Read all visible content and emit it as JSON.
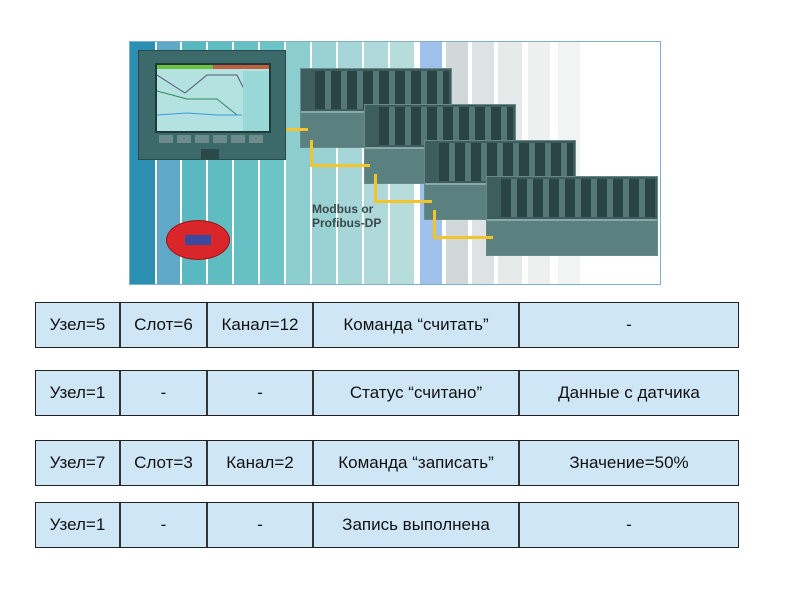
{
  "diagram": {
    "network_label_line1": "Modbus or",
    "network_label_line2": "Profibus-DP"
  },
  "messages": [
    {
      "node": "Узел=5",
      "slot": "Слот=6",
      "channel": "Канал=12",
      "command": "Команда “считать”",
      "data": "-"
    },
    {
      "node": "Узел=1",
      "slot": "-",
      "channel": "-",
      "command": "Статус “считано”",
      "data": "Данные с датчика"
    },
    {
      "node": "Узел=7",
      "slot": "Слот=3",
      "channel": "Канал=2",
      "command": "Команда “записать”",
      "data": "Значение=50%"
    },
    {
      "node": "Узел=1",
      "slot": "-",
      "channel": "-",
      "command": "Запись выполнена",
      "data": "-"
    }
  ]
}
